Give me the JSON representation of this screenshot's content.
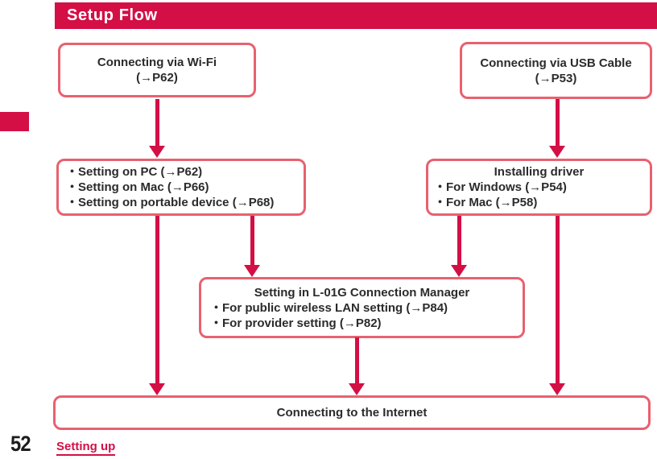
{
  "header": {
    "title": "Setup Flow"
  },
  "colors": {
    "crimson": "#d30f45",
    "box_border": "#e8616f",
    "text": "#2b2b2b"
  },
  "flow": {
    "wifi_box": {
      "line1": "Connecting via Wi-Fi",
      "line2": "(→P62)"
    },
    "usb_box": {
      "line1": "Connecting via USB Cable",
      "line2": "(→P53)"
    },
    "device_settings_box": {
      "items": [
        "・Setting on PC (→P62)",
        "・Setting on Mac (→P66)",
        "・Setting on portable device (→P68)"
      ]
    },
    "driver_box": {
      "title": "Installing driver",
      "items": [
        "・For Windows (→P54)",
        "・For Mac (→P58)"
      ]
    },
    "manager_box": {
      "title": "Setting in L-01G Connection Manager",
      "items": [
        "・For public wireless LAN setting (→P84)",
        "・For provider setting (→P82)"
      ]
    },
    "internet_box": {
      "label": "Connecting to the Internet"
    }
  },
  "footer": {
    "page_number": "52",
    "section_label": "Setting up"
  }
}
